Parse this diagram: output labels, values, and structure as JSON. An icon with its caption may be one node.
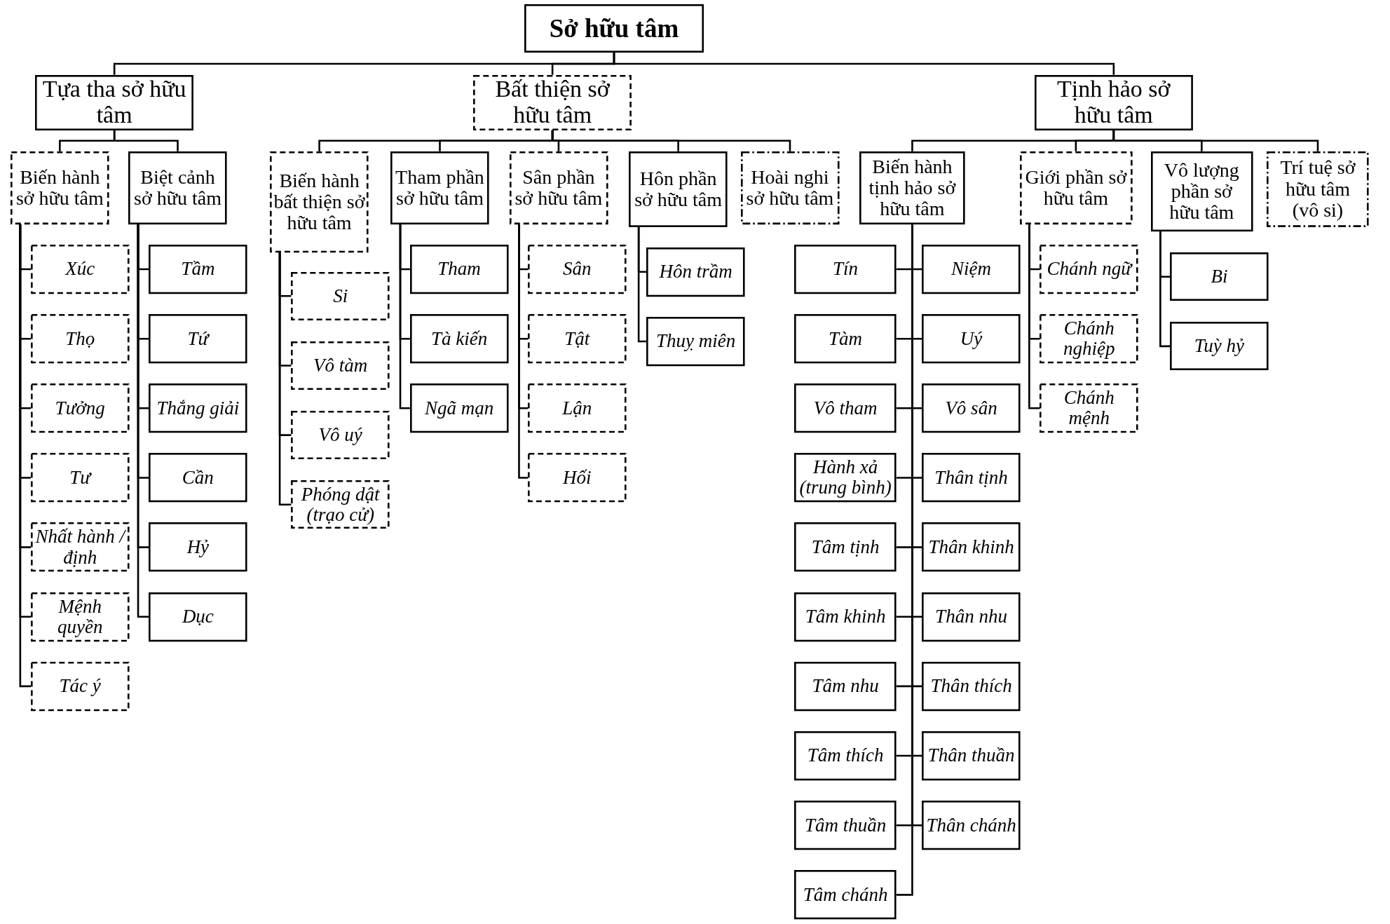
{
  "diagram": {
    "nodes": [
      {
        "text": [
          "Sở hữu tâm"
        ]
      },
      {
        "text": [
          "Tựa tha sở hữu tâm"
        ]
      },
      {
        "text": [
          "Bất thiện sở hữu tâm"
        ]
      },
      {
        "text": [
          "Tịnh hảo sở hữu tâm"
        ]
      },
      {
        "text": [
          "Biến hành sở hữu tâm"
        ]
      },
      {
        "text": [
          "Biệt cảnh sở hữu tâm"
        ]
      },
      {
        "text": [
          "Xúc"
        ]
      },
      {
        "text": [
          "Thọ"
        ]
      },
      {
        "text": [
          "Tưởng"
        ]
      },
      {
        "text": [
          "Tư"
        ]
      },
      {
        "text": [
          "Nhất hành / định"
        ]
      },
      {
        "text": [
          "Mệnh quyền"
        ]
      },
      {
        "text": [
          "Tác ý"
        ]
      },
      {
        "text": [
          "Tầm"
        ]
      },
      {
        "text": [
          "Tứ"
        ]
      },
      {
        "text": [
          "Thắng giải"
        ]
      },
      {
        "text": [
          "Cần"
        ]
      },
      {
        "text": [
          "Hỷ"
        ]
      },
      {
        "text": [
          "Dục"
        ]
      },
      {
        "text": [
          "Biến hành bất thiện sở hữu tâm"
        ]
      },
      {
        "text": [
          "Tham phần sở hữu tâm"
        ]
      },
      {
        "text": [
          "Sân phần sở hữu tâm"
        ]
      },
      {
        "text": [
          "Hôn phần sở hữu tâm"
        ]
      },
      {
        "text": [
          "Hoài nghi sở hữu tâm"
        ]
      },
      {
        "text": [
          "Si"
        ]
      },
      {
        "text": [
          "Vô tàm"
        ]
      },
      {
        "text": [
          "Vô uý"
        ]
      },
      {
        "text": [
          "Phóng dật (trạo cử)"
        ]
      },
      {
        "text": [
          "Tham"
        ]
      },
      {
        "text": [
          "Tà kiến"
        ]
      },
      {
        "text": [
          "Ngã mạn"
        ]
      },
      {
        "text": [
          "Sân"
        ]
      },
      {
        "text": [
          "Tật"
        ]
      },
      {
        "text": [
          "Lận"
        ]
      },
      {
        "text": [
          "Hối"
        ]
      },
      {
        "text": [
          "Hôn trầm"
        ]
      },
      {
        "text": [
          "Thuỵ miên"
        ]
      },
      {
        "text": [
          "Biến hành tịnh hảo sở hữu tâm"
        ]
      },
      {
        "text": [
          "Giới phần sở hữu tâm"
        ]
      },
      {
        "text": [
          "Vô lượng phần sở hữu tâm"
        ]
      },
      {
        "text": [
          "Trí tuệ sở hữu tâm (vô si)"
        ]
      },
      {
        "text": [
          "Tín"
        ]
      },
      {
        "text": [
          "Niệm"
        ]
      },
      {
        "text": [
          "Tàm"
        ]
      },
      {
        "text": [
          "Uý"
        ]
      },
      {
        "text": [
          "Vô tham"
        ]
      },
      {
        "text": [
          "Vô sân"
        ]
      },
      {
        "text": [
          "Hành xả (trung bình)"
        ]
      },
      {
        "text": [
          "Thân tịnh"
        ]
      },
      {
        "text": [
          "Tâm tịnh"
        ]
      },
      {
        "text": [
          "Thân khinh"
        ]
      },
      {
        "text": [
          "Tâm khinh"
        ]
      },
      {
        "text": [
          "Thân nhu"
        ]
      },
      {
        "text": [
          "Tâm nhu"
        ]
      },
      {
        "text": [
          "Thân thích"
        ]
      },
      {
        "text": [
          "Tâm thích"
        ]
      },
      {
        "text": [
          "Thân thuần"
        ]
      },
      {
        "text": [
          "Tâm thuần"
        ]
      },
      {
        "text": [
          "Thân chánh"
        ]
      },
      {
        "text": [
          "Tâm chánh"
        ]
      },
      {
        "text": [
          "Chánh ngữ"
        ]
      },
      {
        "text": [
          "Chánh nghiệp"
        ]
      },
      {
        "text": [
          "Chánh mệnh"
        ]
      },
      {
        "text": [
          "Bi"
        ]
      },
      {
        "text": [
          "Tuỳ hỷ"
        ]
      }
    ],
    "edges": [
      {
        "from": 0,
        "to": 1,
        "arrow": "none"
      },
      {
        "from": 0,
        "to": 2,
        "arrow": "none"
      },
      {
        "from": 0,
        "to": 3,
        "arrow": "none"
      },
      {
        "from": 1,
        "to": 4,
        "arrow": "none"
      },
      {
        "from": 1,
        "to": 5,
        "arrow": "none"
      },
      {
        "from": 4,
        "to": 6,
        "arrow": "none"
      },
      {
        "from": 4,
        "to": 7,
        "arrow": "none"
      },
      {
        "from": 4,
        "to": 8,
        "arrow": "none"
      },
      {
        "from": 4,
        "to": 9,
        "arrow": "none"
      },
      {
        "from": 4,
        "to": 10,
        "arrow": "none"
      },
      {
        "from": 4,
        "to": 11,
        "arrow": "none"
      },
      {
        "from": 4,
        "to": 12,
        "arrow": "none"
      },
      {
        "from": 5,
        "to": 13,
        "arrow": "none"
      },
      {
        "from": 5,
        "to": 14,
        "arrow": "none"
      },
      {
        "from": 5,
        "to": 15,
        "arrow": "none"
      },
      {
        "from": 5,
        "to": 16,
        "arrow": "none"
      },
      {
        "from": 5,
        "to": 17,
        "arrow": "none"
      },
      {
        "from": 5,
        "to": 18,
        "arrow": "none"
      },
      {
        "from": 2,
        "to": 19,
        "arrow": "none"
      },
      {
        "from": 2,
        "to": 20,
        "arrow": "none"
      },
      {
        "from": 2,
        "to": 21,
        "arrow": "none"
      },
      {
        "from": 2,
        "to": 22,
        "arrow": "none"
      },
      {
        "from": 2,
        "to": 23,
        "arrow": "none"
      },
      {
        "from": 19,
        "to": 24,
        "arrow": "none"
      },
      {
        "from": 19,
        "to": 25,
        "arrow": "none"
      },
      {
        "from": 19,
        "to": 26,
        "arrow": "none"
      },
      {
        "from": 19,
        "to": 27,
        "arrow": "none"
      },
      {
        "from": 20,
        "to": 28,
        "arrow": "none"
      },
      {
        "from": 20,
        "to": 29,
        "arrow": "none"
      },
      {
        "from": 20,
        "to": 30,
        "arrow": "none"
      },
      {
        "from": 21,
        "to": 31,
        "arrow": "none"
      },
      {
        "from": 21,
        "to": 32,
        "arrow": "none"
      },
      {
        "from": 21,
        "to": 33,
        "arrow": "none"
      },
      {
        "from": 21,
        "to": 34,
        "arrow": "none"
      },
      {
        "from": 22,
        "to": 35,
        "arrow": "none"
      },
      {
        "from": 22,
        "to": 36,
        "arrow": "none"
      },
      {
        "from": 3,
        "to": 37,
        "arrow": "none"
      },
      {
        "from": 3,
        "to": 38,
        "arrow": "none"
      },
      {
        "from": 3,
        "to": 39,
        "arrow": "none"
      },
      {
        "from": 3,
        "to": 40,
        "arrow": "none"
      },
      {
        "from": 37,
        "to": 41,
        "arrow": "none"
      },
      {
        "from": 37,
        "to": 42,
        "arrow": "none"
      },
      {
        "from": 37,
        "to": 43,
        "arrow": "none"
      },
      {
        "from": 37,
        "to": 44,
        "arrow": "none"
      },
      {
        "from": 37,
        "to": 45,
        "arrow": "none"
      },
      {
        "from": 37,
        "to": 46,
        "arrow": "none"
      },
      {
        "from": 37,
        "to": 47,
        "arrow": "none"
      },
      {
        "from": 37,
        "to": 48,
        "arrow": "none"
      },
      {
        "from": 37,
        "to": 49,
        "arrow": "none"
      },
      {
        "from": 37,
        "to": 50,
        "arrow": "none"
      },
      {
        "from": 37,
        "to": 51,
        "arrow": "none"
      },
      {
        "from": 37,
        "to": 52,
        "arrow": "none"
      },
      {
        "from": 37,
        "to": 53,
        "arrow": "none"
      },
      {
        "from": 37,
        "to": 54,
        "arrow": "none"
      },
      {
        "from": 37,
        "to": 55,
        "arrow": "none"
      },
      {
        "from": 37,
        "to": 56,
        "arrow": "none"
      },
      {
        "from": 37,
        "to": 57,
        "arrow": "none"
      },
      {
        "from": 37,
        "to": 58,
        "arrow": "none"
      },
      {
        "from": 37,
        "to": 59,
        "arrow": "none"
      },
      {
        "from": 38,
        "to": 60,
        "arrow": "none"
      },
      {
        "from": 38,
        "to": 61,
        "arrow": "none"
      },
      {
        "from": 38,
        "to": 62,
        "arrow": "none"
      },
      {
        "from": 39,
        "to": 63,
        "arrow": "none"
      },
      {
        "from": 39,
        "to": 64,
        "arrow": "none"
      }
    ]
  }
}
